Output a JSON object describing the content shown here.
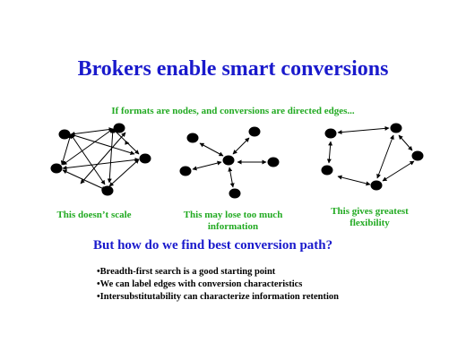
{
  "title": "Brokers enable smart conversions",
  "subtitle": "If formats are nodes, and conversions are directed edges...",
  "captions": {
    "full_mesh": "This doesn’t scale",
    "hub_line1": "This may  lose too much",
    "hub_line2": "information",
    "flex_line1": "This gives greatest",
    "flex_line2": "flexibility"
  },
  "question": "But how do we find best conversion path?",
  "bullets": [
    "•Breadth-first search is a good starting point",
    "•We can label edges with conversion characteristics",
    "•Intersubstitutability can characterize information retention"
  ],
  "colors": {
    "title": "#1a1acc",
    "accent_green": "#22aa22",
    "node": "#000000"
  }
}
